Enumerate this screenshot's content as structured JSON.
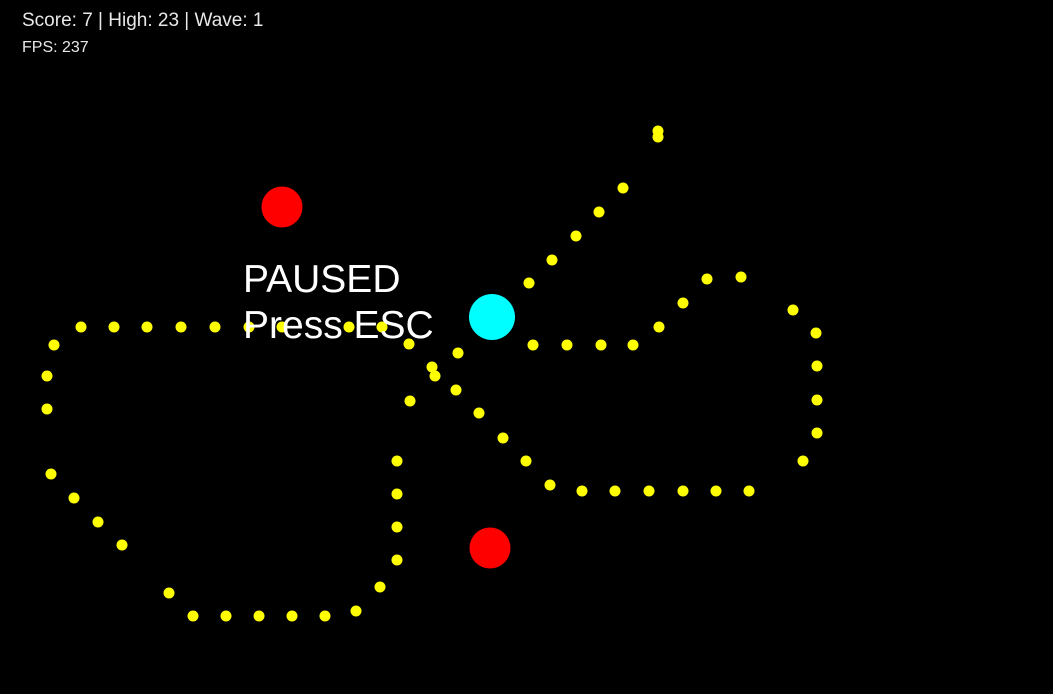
{
  "hud": {
    "score_line": "Score: 7 | High: 23 | Wave: 1",
    "score": 7,
    "high": 23,
    "wave": 1,
    "fps_line": "FPS: 237",
    "fps": 237
  },
  "pause_overlay": {
    "title": "PAUSED",
    "hint": "Press ESC"
  },
  "colors": {
    "background": "#000000",
    "pellet": "#ffff00",
    "player": "#00ffff",
    "enemy": "#ff0000",
    "text": "#ffffff"
  }
}
